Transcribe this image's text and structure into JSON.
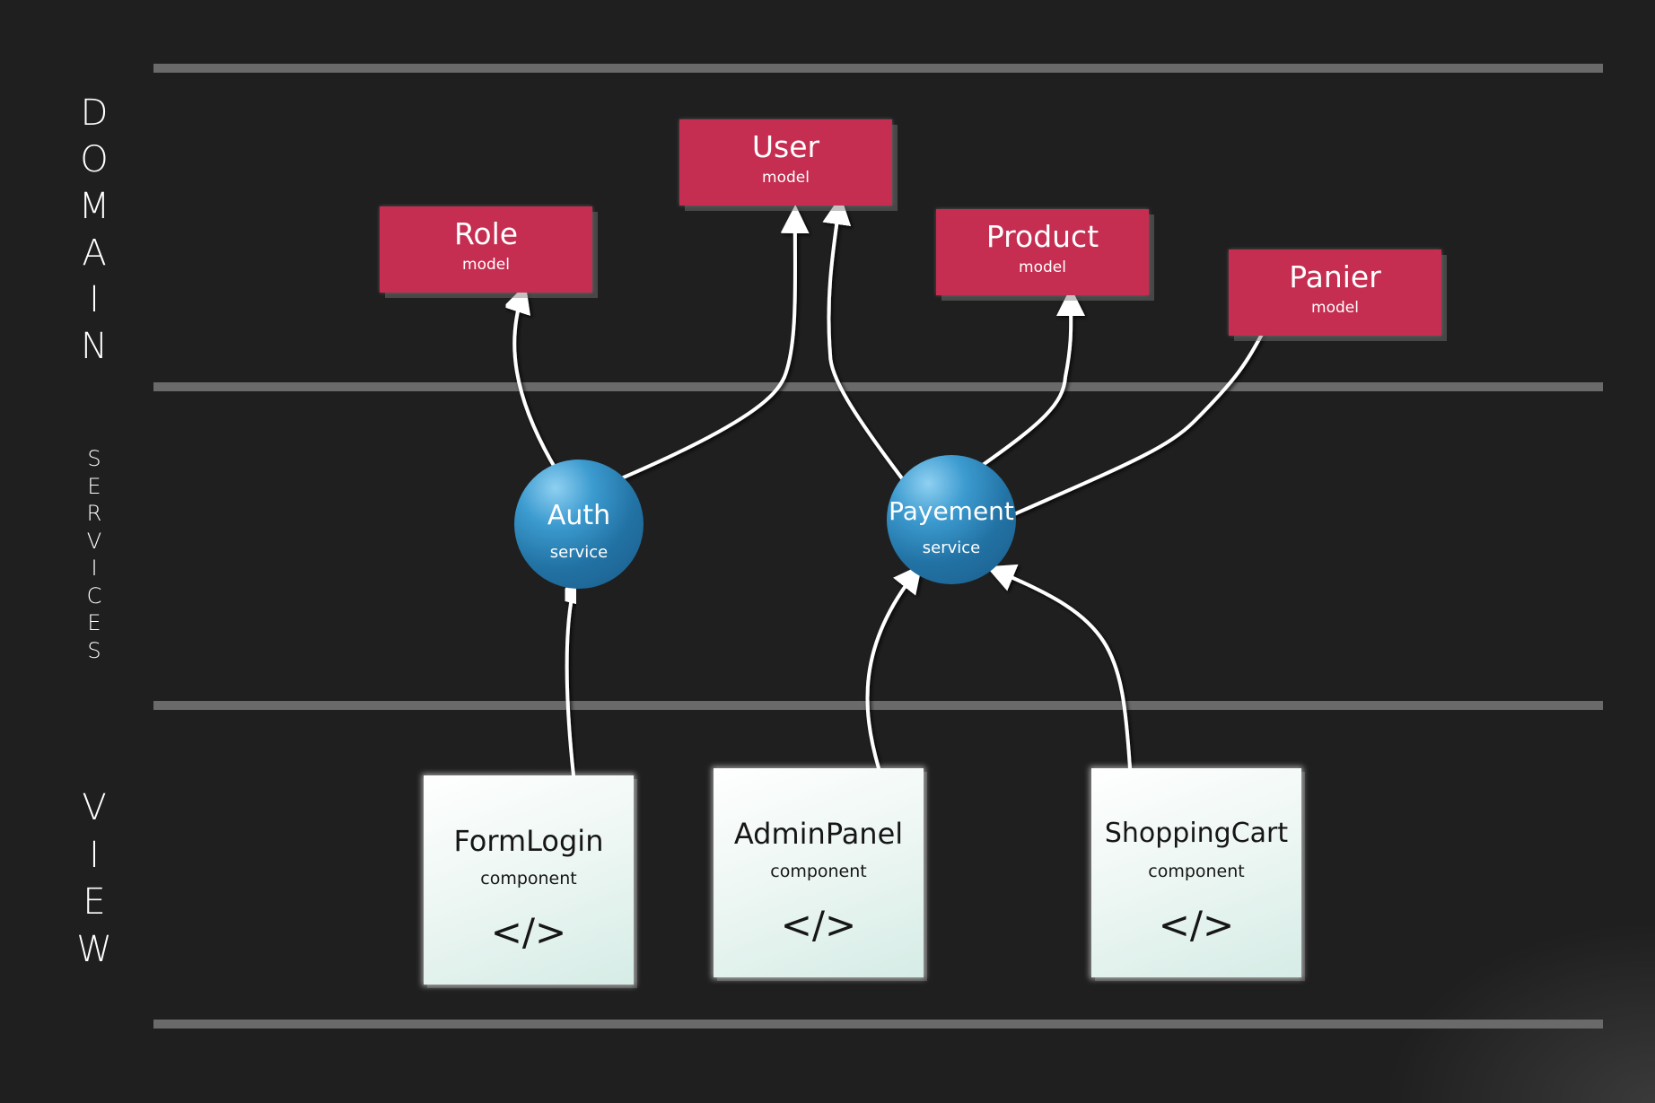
{
  "layers": {
    "domain": "DOMAIN",
    "services": "SERVICES",
    "view": "VIEW"
  },
  "models": [
    {
      "name": "Role",
      "kind": "model"
    },
    {
      "name": "User",
      "kind": "model"
    },
    {
      "name": "Product",
      "kind": "model"
    },
    {
      "name": "Panier",
      "kind": "model"
    }
  ],
  "services": [
    {
      "name": "Auth",
      "kind": "service"
    },
    {
      "name": "Payement",
      "kind": "service"
    }
  ],
  "components": [
    {
      "name": "FormLogin",
      "kind": "component",
      "glyph": "</>"
    },
    {
      "name": "AdminPanel",
      "kind": "component",
      "glyph": "</>"
    },
    {
      "name": "ShoppingCart",
      "kind": "component",
      "glyph": "</>"
    }
  ],
  "dependencies": [
    {
      "from": "FormLogin",
      "to": "Auth"
    },
    {
      "from": "AdminPanel",
      "to": "Payement"
    },
    {
      "from": "ShoppingCart",
      "to": "Payement"
    },
    {
      "from": "Auth",
      "to": "Role"
    },
    {
      "from": "Auth",
      "to": "User"
    },
    {
      "from": "Payement",
      "to": "User"
    },
    {
      "from": "Payement",
      "to": "Product"
    },
    {
      "from": "Payement",
      "to": "Panier"
    }
  ],
  "colors": {
    "background": "#1f1f20",
    "rule": "#6a6a6a",
    "model_fill": "#c52d51",
    "service_fill": "#2272a4",
    "component_fill": "#eef7f4",
    "link": "#ffffff"
  }
}
